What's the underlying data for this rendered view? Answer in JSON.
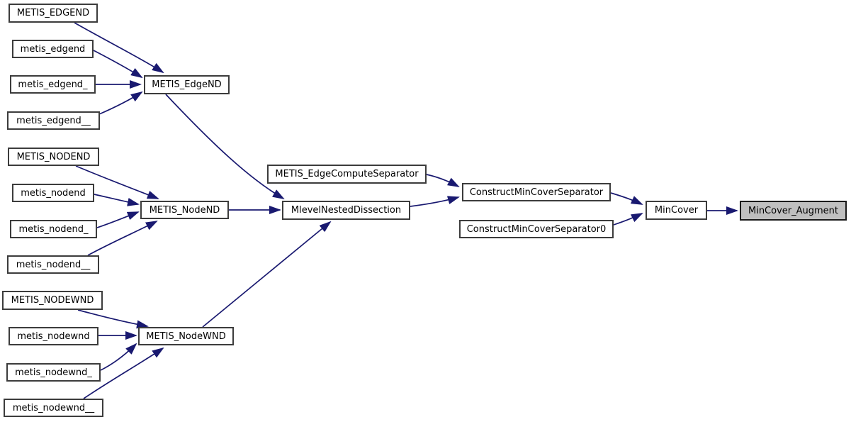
{
  "graph": {
    "type": "call-graph",
    "colors": {
      "background": "#ffffff",
      "edge_color": "#191970",
      "node_fill": "#ffffff",
      "node_border_color": "#3c3c3c",
      "node_text_color": "#000000",
      "highlight_fill": "#bfbfbf",
      "highlight_border_color": "#1a1a1a"
    },
    "highlighted_node": "MinCover_Augment",
    "nodes": [
      {
        "label": "METIS_EDGEND"
      },
      {
        "label": "metis_edgend"
      },
      {
        "label": "metis_edgend_"
      },
      {
        "label": "metis_edgend__"
      },
      {
        "label": "METIS_EdgeND"
      },
      {
        "label": "METIS_NODEND"
      },
      {
        "label": "metis_nodend"
      },
      {
        "label": "metis_nodend_"
      },
      {
        "label": "metis_nodend__"
      },
      {
        "label": "METIS_NodeND"
      },
      {
        "label": "METIS_NODEWND"
      },
      {
        "label": "metis_nodewnd"
      },
      {
        "label": "metis_nodewnd_"
      },
      {
        "label": "metis_nodewnd__"
      },
      {
        "label": "METIS_NodeWND"
      },
      {
        "label": "METIS_EdgeComputeSeparator"
      },
      {
        "label": "MlevelNestedDissection"
      },
      {
        "label": "ConstructMinCoverSeparator"
      },
      {
        "label": "ConstructMinCoverSeparator0"
      },
      {
        "label": "MinCover"
      },
      {
        "label": "MinCover_Augment"
      }
    ],
    "edges": [
      {
        "from": "METIS_EDGEND",
        "to": "METIS_EdgeND"
      },
      {
        "from": "metis_edgend",
        "to": "METIS_EdgeND"
      },
      {
        "from": "metis_edgend_",
        "to": "METIS_EdgeND"
      },
      {
        "from": "metis_edgend__",
        "to": "METIS_EdgeND"
      },
      {
        "from": "METIS_EdgeND",
        "to": "MlevelNestedDissection"
      },
      {
        "from": "METIS_NODEND",
        "to": "METIS_NodeND"
      },
      {
        "from": "metis_nodend",
        "to": "METIS_NodeND"
      },
      {
        "from": "metis_nodend_",
        "to": "METIS_NodeND"
      },
      {
        "from": "metis_nodend__",
        "to": "METIS_NodeND"
      },
      {
        "from": "METIS_NodeND",
        "to": "MlevelNestedDissection"
      },
      {
        "from": "METIS_NODEWND",
        "to": "METIS_NodeWND"
      },
      {
        "from": "metis_nodewnd",
        "to": "METIS_NodeWND"
      },
      {
        "from": "metis_nodewnd_",
        "to": "METIS_NodeWND"
      },
      {
        "from": "metis_nodewnd__",
        "to": "METIS_NodeWND"
      },
      {
        "from": "METIS_NodeWND",
        "to": "MlevelNestedDissection"
      },
      {
        "from": "METIS_EdgeComputeSeparator",
        "to": "ConstructMinCoverSeparator"
      },
      {
        "from": "MlevelNestedDissection",
        "to": "ConstructMinCoverSeparator"
      },
      {
        "from": "ConstructMinCoverSeparator",
        "to": "MinCover"
      },
      {
        "from": "ConstructMinCoverSeparator0",
        "to": "MinCover"
      },
      {
        "from": "MinCover",
        "to": "MinCover_Augment"
      }
    ]
  }
}
